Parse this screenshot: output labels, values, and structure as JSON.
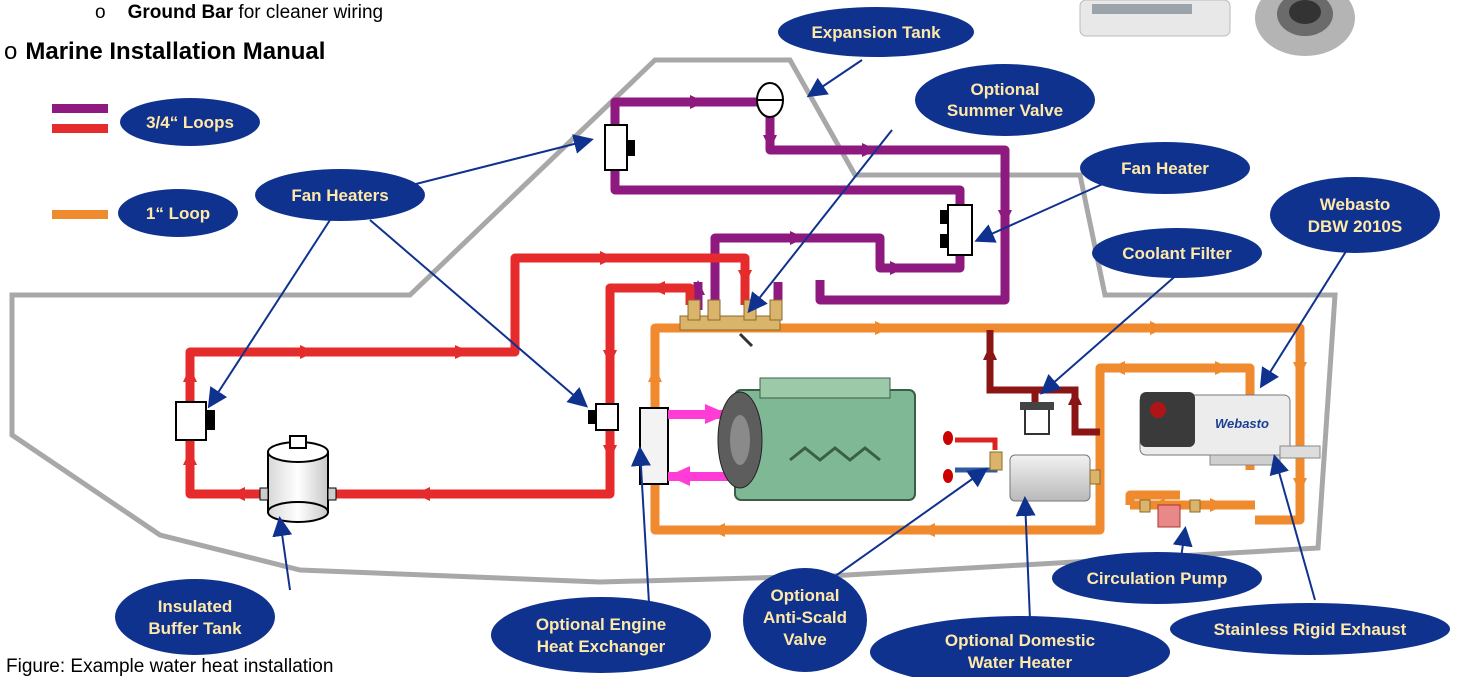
{
  "header": {
    "bullet_marker": "o",
    "ground_bar_bold": "Ground Bar",
    "ground_bar_rest": " for cleaner wiring",
    "manual_bullet_marker": "o",
    "manual_title": "Marine Installation Manual"
  },
  "legend": [
    {
      "label": "3/4“ Loops",
      "colors": [
        "#8e1a7f",
        "#e52b2b"
      ]
    },
    {
      "label": "1“ Loop",
      "colors": [
        "#f08a2e"
      ]
    }
  ],
  "callouts": {
    "expansion_tank": [
      "Expansion Tank"
    ],
    "summer_valve": [
      "Optional",
      "Summer Valve"
    ],
    "fan_heater": [
      "Fan Heater"
    ],
    "fan_heaters": [
      "Fan Heaters"
    ],
    "webasto": [
      "Webasto",
      "DBW 2010S"
    ],
    "coolant_filter": [
      "Coolant Filter"
    ],
    "buffer_tank": [
      "Insulated",
      "Buffer Tank"
    ],
    "engine_hx": [
      "Optional Engine",
      "Heat Exchanger"
    ],
    "anti_scald": [
      "Optional",
      "Anti-Scald",
      "Valve"
    ],
    "domestic_heater": [
      "Optional Domestic",
      "Water Heater"
    ],
    "circulation_pump": [
      "Circulation Pump"
    ],
    "exhaust": [
      "Stainless Rigid Exhaust"
    ]
  },
  "colors": {
    "oval_fill": "#10328f",
    "oval_text": "#ffe9a8",
    "loop_3_4_purple": "#8e1a7f",
    "loop_3_4_red": "#e52b2b",
    "loop_1": "#f08a2e",
    "hull": "#a8a8a8",
    "engine": "#7fb894"
  },
  "heater_logo_text": "Webasto",
  "caption": "Figure: Example water heat installation"
}
